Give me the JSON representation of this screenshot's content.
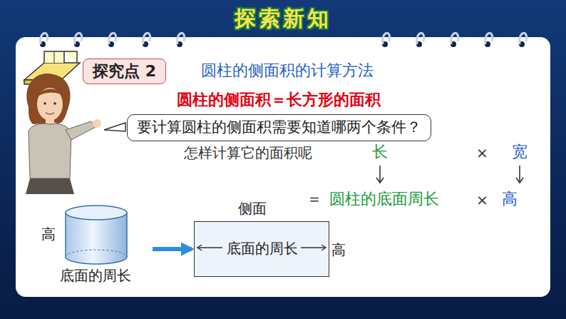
{
  "diagram": {
    "title": "探索新知",
    "nodes": [
      {
        "text": [
          "探究点 2"
        ]
      },
      {
        "text": [
          "要计算圆柱的侧面积需要知道哪两个条件？"
        ]
      },
      {
        "text": [
          "高",
          "底面的周长"
        ]
      },
      {
        "text": [
          "侧面",
          "底面的周长"
        ]
      }
    ],
    "edges": [
      {
        "from": 2,
        "to": 3,
        "arrow": "to"
      }
    ],
    "labels": [
      "圆柱的侧面积的计算方法",
      "圆柱的侧面积＝长方形的面积",
      "怎样计算它的面积呢",
      "长",
      "×",
      "宽",
      "＝",
      "圆柱的底面周长",
      "×",
      "高",
      "高"
    ]
  }
}
